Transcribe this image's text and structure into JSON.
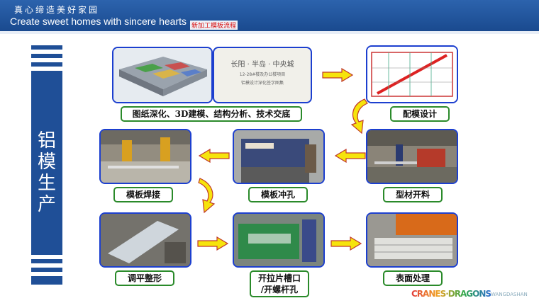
{
  "header": {
    "title_cn": "真心缔造美好家园",
    "title_en": "Create sweet homes with sincere hearts",
    "tag": "新加工模板流程"
  },
  "sidebar": {
    "title_chars": [
      "铝",
      "模",
      "生",
      "产"
    ]
  },
  "steps": [
    {
      "label": "图纸深化、3D建模、结构分析、技术交底",
      "doc_lines": [
        "长阳 · 半岛 · 中央城",
        "12-28#楼及办公楼项目",
        "铝模设计深化签字图集"
      ]
    },
    {
      "label": "配模设计"
    },
    {
      "label": "型材开料"
    },
    {
      "label": "模板冲孔"
    },
    {
      "label": "模板焊接"
    },
    {
      "label": "调平整形"
    },
    {
      "label": "开拉片槽口",
      "label2": "/开螺杆孔"
    },
    {
      "label": "表面处理"
    }
  ],
  "footer": {
    "logo_text": "CRANES·DRAGONS",
    "sub_text": "WANGDASHAN"
  },
  "colors": {
    "header": "#1a4a8f",
    "panel_border": "#1c3fcf",
    "label_border": "#2a8a2a",
    "arrow_fill": "#f6e40c",
    "arrow_stroke": "#c0392b"
  }
}
